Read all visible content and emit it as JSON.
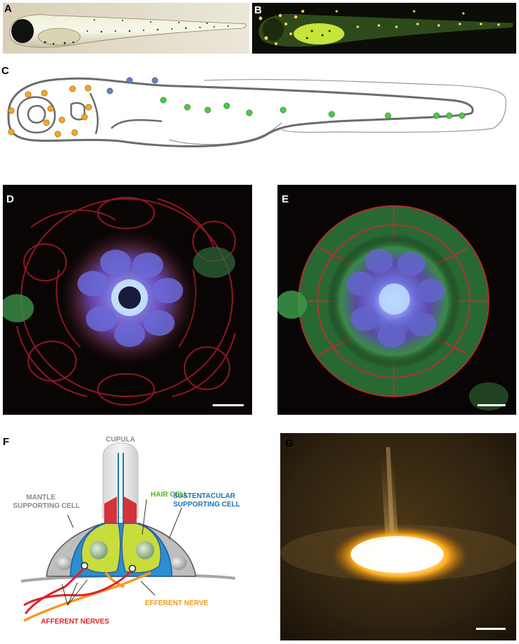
{
  "panels": {
    "a": "A",
    "b": "B",
    "c": "C",
    "d": "D",
    "e": "E",
    "f": "F",
    "g": "G"
  },
  "diagram_f": {
    "cupula": "CUPULA",
    "hair_cell": "HAIR CELL",
    "mantle_1": "MANTLE",
    "mantle_2": "SUPPORTING CELL",
    "sustentacular_1": "SUSTENTACULAR",
    "sustentacular_2": "SUPPORTING CELL",
    "efferent": "EFFERENT NERVE",
    "afferent": "AFFERENT NERVES"
  },
  "colors": {
    "neuromast_orange": "#f5a623",
    "neuromast_blue": "#5b7fd6",
    "neuromast_green": "#4cc84a",
    "hair_cell_green": "#c8dc3c",
    "sustentacular_blue": "#1e7ec8",
    "afferent_red": "#e0202a",
    "efferent_orange": "#f39a1e",
    "label_green": "#5aaa28",
    "label_blue": "#1a72b8",
    "label_red": "#e0202a",
    "label_orange": "#f39a1e"
  }
}
